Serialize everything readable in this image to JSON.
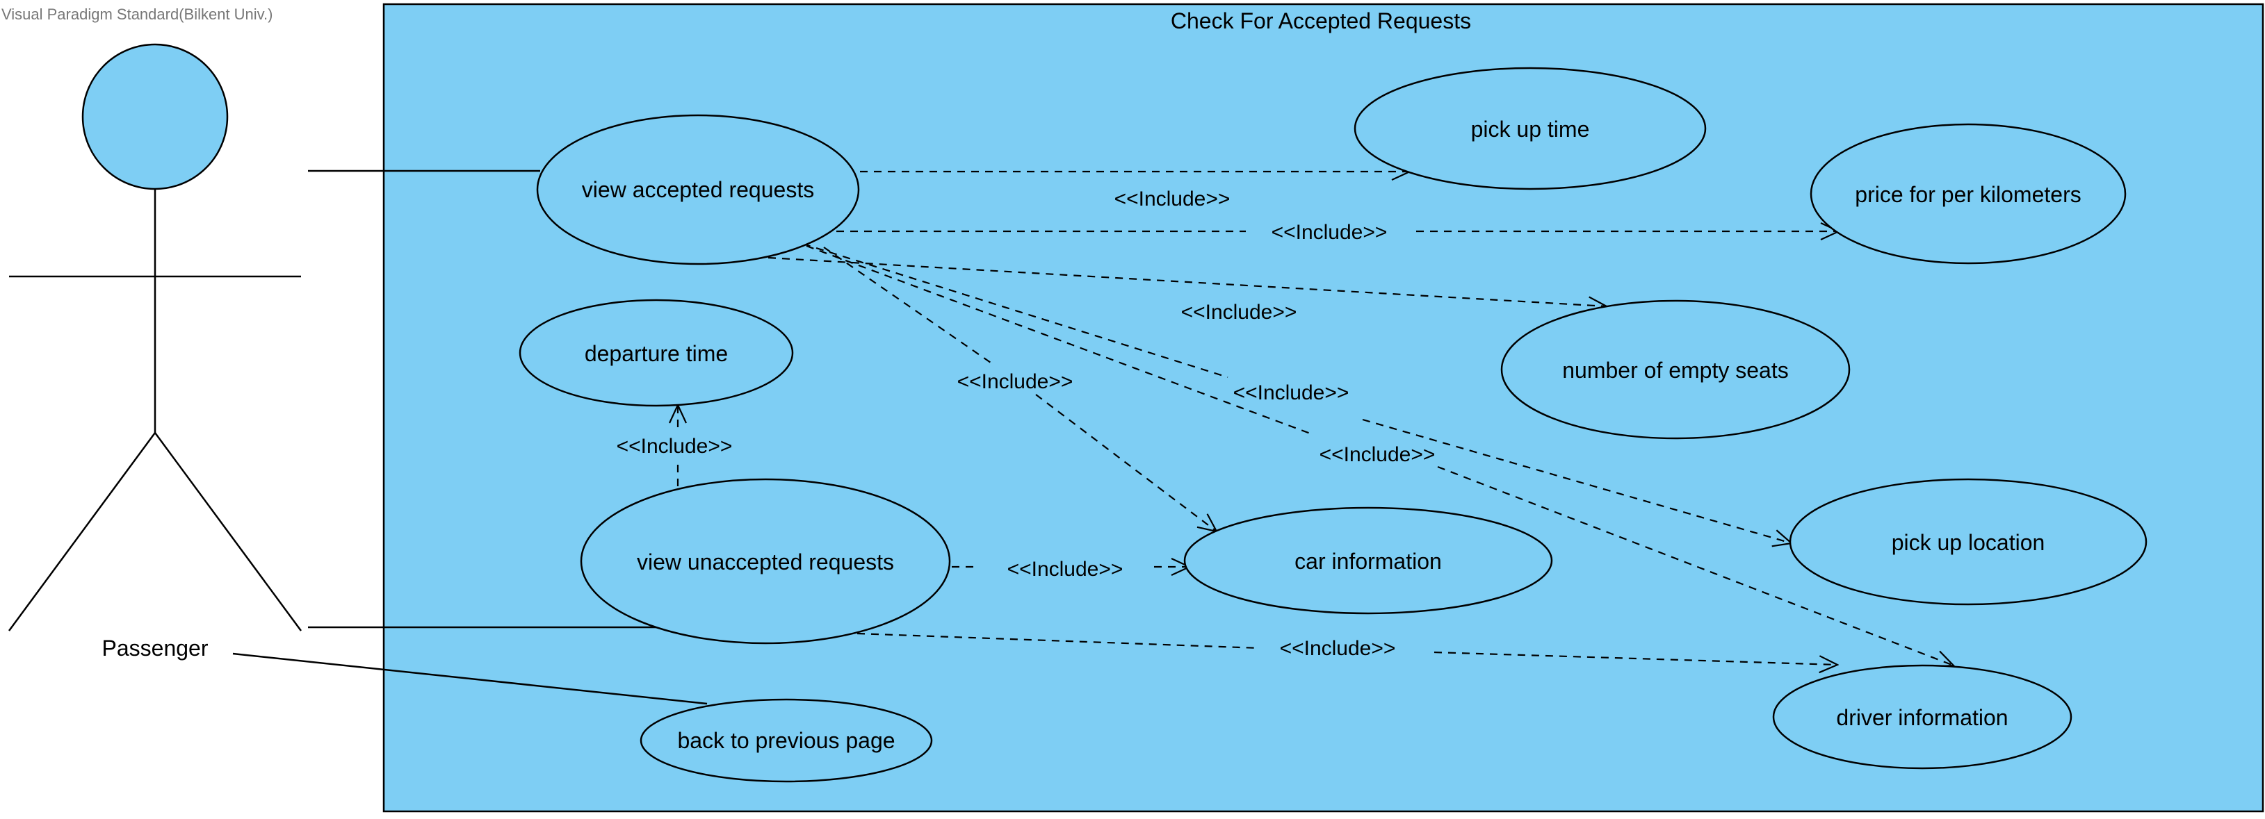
{
  "watermark": "Visual Paradigm Standard(Bilkent Univ.)",
  "system_boundary": {
    "title": "Check For Accepted Requests"
  },
  "actor": {
    "name": "Passenger"
  },
  "use_cases": {
    "view_accepted": "view accepted requests",
    "pick_up_time": "pick up time",
    "price_per_km": "price for per kilometers",
    "departure_time": "departure time",
    "empty_seats": "number of empty seats",
    "view_unaccepted": "view unaccepted requests",
    "car_info": "car information",
    "pick_up_location": "pick up location",
    "driver_info": "driver information",
    "back": "back to previous page"
  },
  "include_label": "<<Include>>",
  "colors": {
    "fill": "#7ecef4",
    "stroke": "#000000"
  }
}
